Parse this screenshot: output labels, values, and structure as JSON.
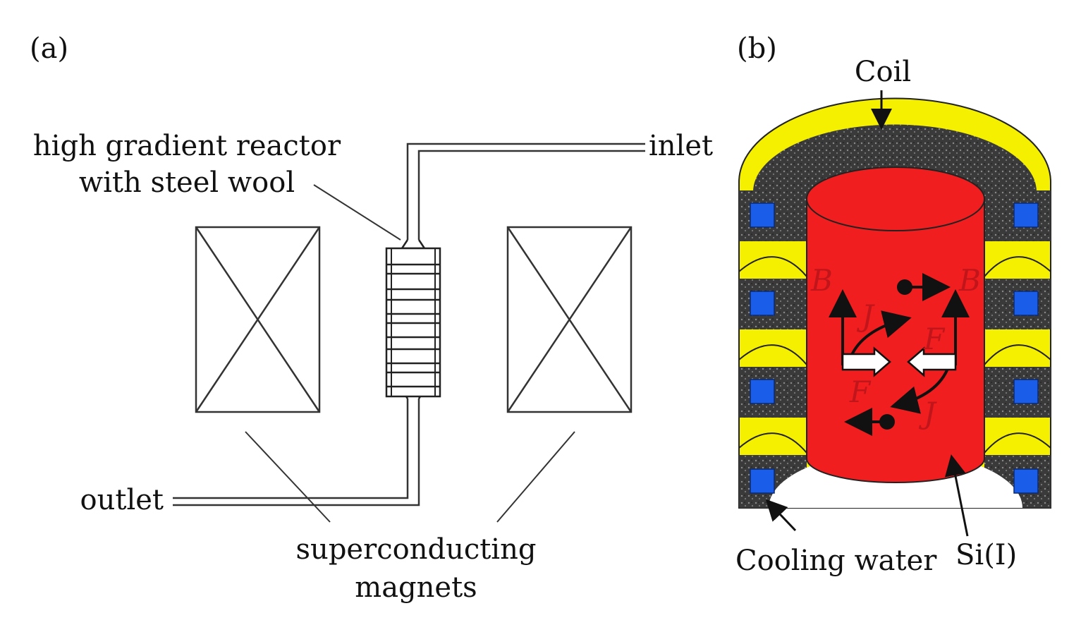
{
  "panel_a": {
    "tag": "(a)",
    "reactor_label_line1": "high gradient reactor",
    "reactor_label_line2": "with steel wool",
    "inlet_label": "inlet",
    "outlet_label": "outlet",
    "magnets_label_line1": "superconducting",
    "magnets_label_line2": "magnets"
  },
  "panel_b": {
    "tag": "(b)",
    "coil_label": "Coil",
    "cooling_label": "Cooling water",
    "si_label": "Si(I)",
    "symbols": {
      "B_left": "B",
      "B_right": "B",
      "J_top": "J",
      "J_bottom": "J",
      "F_left": "F",
      "F_right": "F"
    }
  },
  "colors": {
    "coil": "#f5f000",
    "insulation": "#3a3a3a",
    "cooling": "#1a5de8",
    "silicon": "#f01e1e",
    "symbol": "#c0151a"
  }
}
